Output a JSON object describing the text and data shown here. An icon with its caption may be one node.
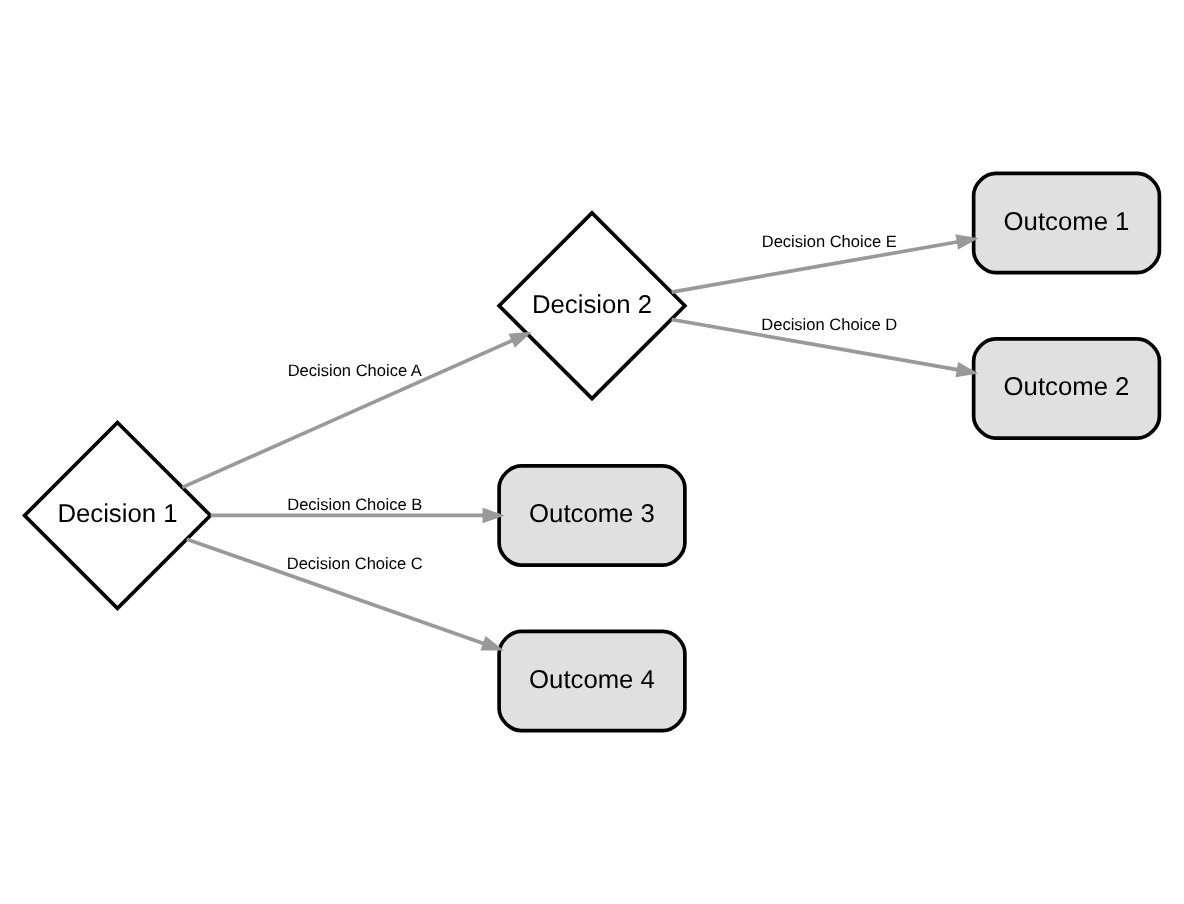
{
  "diagram": {
    "nodes": [
      {
        "text": [
          "Decision 1"
        ]
      },
      {
        "text": [
          "Decision 2"
        ]
      },
      {
        "text": [
          "Outcome 1"
        ]
      },
      {
        "text": [
          "Outcome 2"
        ]
      },
      {
        "text": [
          "Outcome 3"
        ]
      },
      {
        "text": [
          "Outcome 4"
        ]
      }
    ],
    "edges": [
      {
        "from": 0,
        "to": 1,
        "arrow": "to",
        "label": "Decision Choice A"
      },
      {
        "from": 0,
        "to": 4,
        "arrow": "to",
        "label": "Decision Choice B"
      },
      {
        "from": 0,
        "to": 5,
        "arrow": "to",
        "label": "Decision Choice C"
      },
      {
        "from": 1,
        "to": 2,
        "arrow": "to",
        "label": "Decision Choice E"
      },
      {
        "from": 1,
        "to": 3,
        "arrow": "to",
        "label": "Decision Choice D"
      }
    ]
  }
}
